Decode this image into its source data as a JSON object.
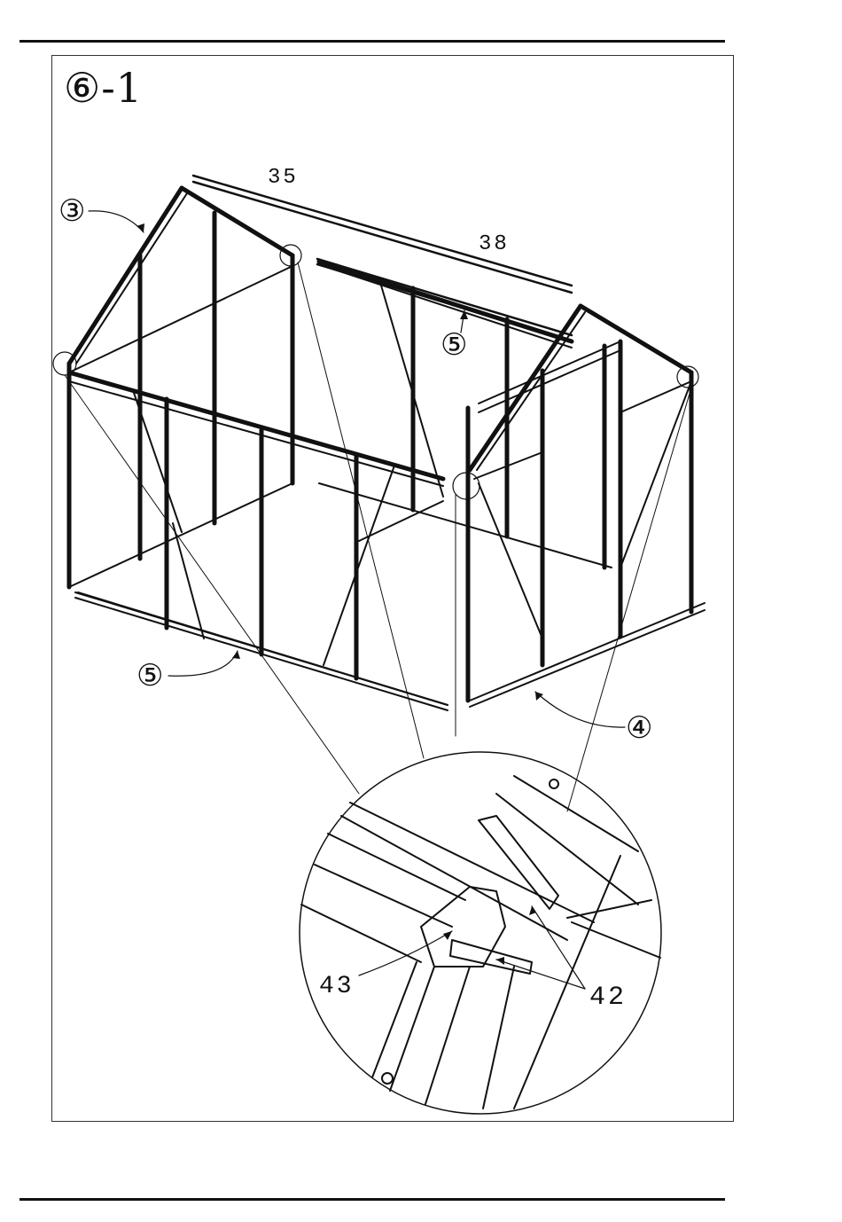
{
  "step": {
    "title": "⑥-1"
  },
  "callouts": {
    "part_3": "③",
    "part_5_top": "⑤",
    "part_5_bottom": "⑤",
    "part_4": "④"
  },
  "parts": {
    "p35": "35",
    "p38": "38",
    "p43": "43",
    "p42": "42"
  }
}
